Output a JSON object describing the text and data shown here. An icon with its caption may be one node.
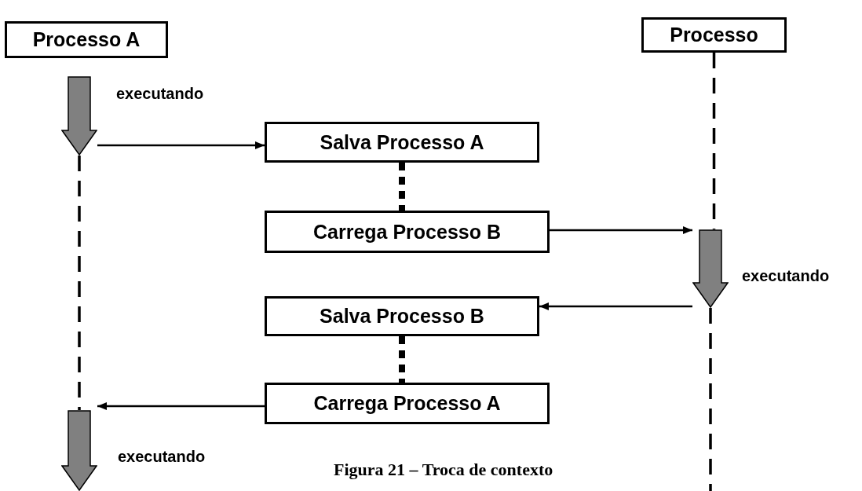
{
  "diagram": {
    "caption": "Figura 21 – Troca de contexto",
    "nodes": [
      {
        "text": [
          "Processo A"
        ]
      },
      {
        "text": [
          "Processo"
        ]
      },
      {
        "text": [],
        "shape": "arrow",
        "beside": [
          "executando"
        ]
      },
      {
        "text": [
          "Salva Processo A"
        ]
      },
      {
        "text": [
          "Carrega Processo B"
        ]
      },
      {
        "text": [],
        "shape": "arrow",
        "beside": [
          "executando"
        ]
      },
      {
        "text": [
          "Salva Processo B"
        ]
      },
      {
        "text": [
          "Carrega Processo A"
        ]
      },
      {
        "text": [],
        "shape": "arrow",
        "beside": [
          "executando"
        ]
      }
    ],
    "edges": [
      {
        "from": 2,
        "to": 3,
        "arrow": "to"
      },
      {
        "from": 3,
        "to": 4,
        "arrow": "none",
        "style": "dashed"
      },
      {
        "from": 1,
        "to": 5,
        "arrow": "none",
        "style": "dashed"
      },
      {
        "from": 4,
        "to": 5,
        "arrow": "to"
      },
      {
        "from": 5,
        "to": 6,
        "arrow": "to"
      },
      {
        "from": 6,
        "to": 7,
        "arrow": "none",
        "style": "dashed"
      },
      {
        "from": 7,
        "to": 8,
        "arrow": "to"
      },
      {
        "from": 2,
        "to": 8,
        "arrow": "none",
        "style": "dashed"
      },
      {
        "from": 5,
        "to": null,
        "arrow": "none",
        "style": "dashed"
      }
    ]
  }
}
